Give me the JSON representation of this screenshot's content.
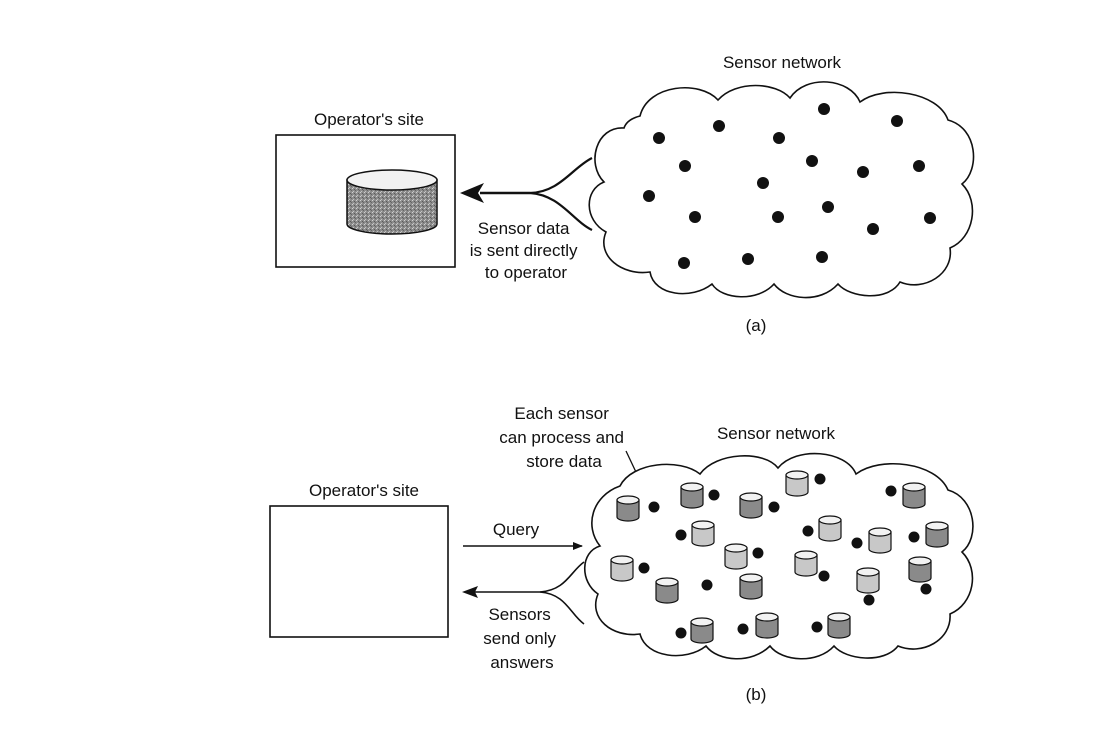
{
  "panel_a": {
    "network_title": "Sensor network",
    "site_title": "Operator's site",
    "arrow_label_lines": [
      "Sensor data",
      "is sent directly",
      "to operator"
    ],
    "caption": "(a)"
  },
  "panel_b": {
    "network_title": "Sensor network",
    "site_title": "Operator's site",
    "callout_lines": [
      "Each sensor",
      "can process and",
      "store data"
    ],
    "query_label": "Query",
    "answer_label_lines": [
      "Sensors",
      "send only",
      "answers"
    ],
    "caption": "(b)"
  },
  "colors": {
    "ink": "#111111",
    "storage_fill": "#9a9a9a",
    "storage_top": "#f2f2f2"
  }
}
